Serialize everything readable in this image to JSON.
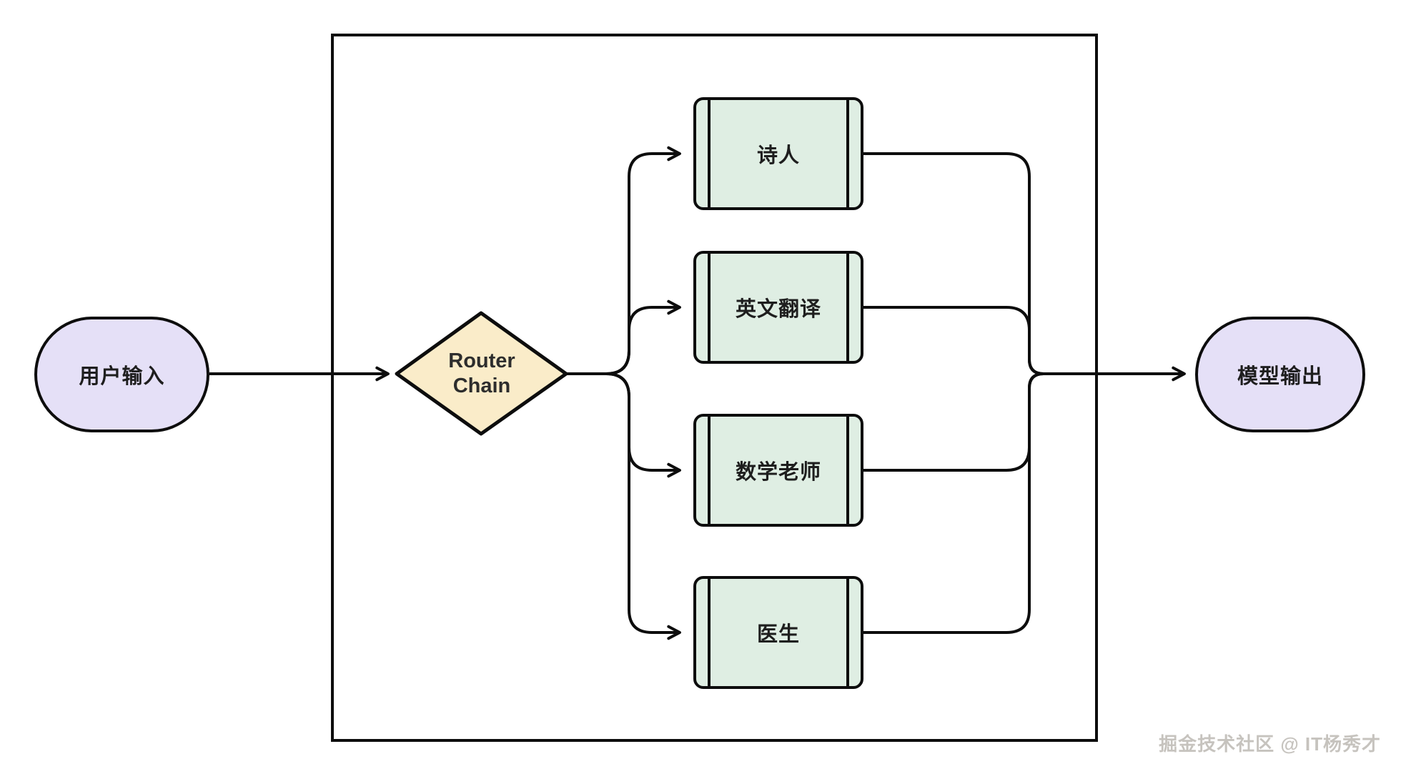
{
  "colors": {
    "line_color": "#0d0d0d",
    "input_fill": "#e5e0f7",
    "router_fill": "#faecc9",
    "branch_fill": "#dfeee3",
    "output_fill": "#e5e0f7",
    "node_text": "#1e1e1e",
    "watermark_color": "#c6c3be"
  },
  "nodes": {
    "input": {
      "label": "用户输入"
    },
    "router": {
      "line1": "Router",
      "line2": "Chain"
    },
    "branches": [
      {
        "label": "诗人"
      },
      {
        "label": "英文翻译"
      },
      {
        "label": "数学老师"
      },
      {
        "label": "医生"
      }
    ],
    "output": {
      "label": "模型输出"
    }
  },
  "watermark": {
    "text": "掘金技术社区 @ IT杨秀才"
  }
}
